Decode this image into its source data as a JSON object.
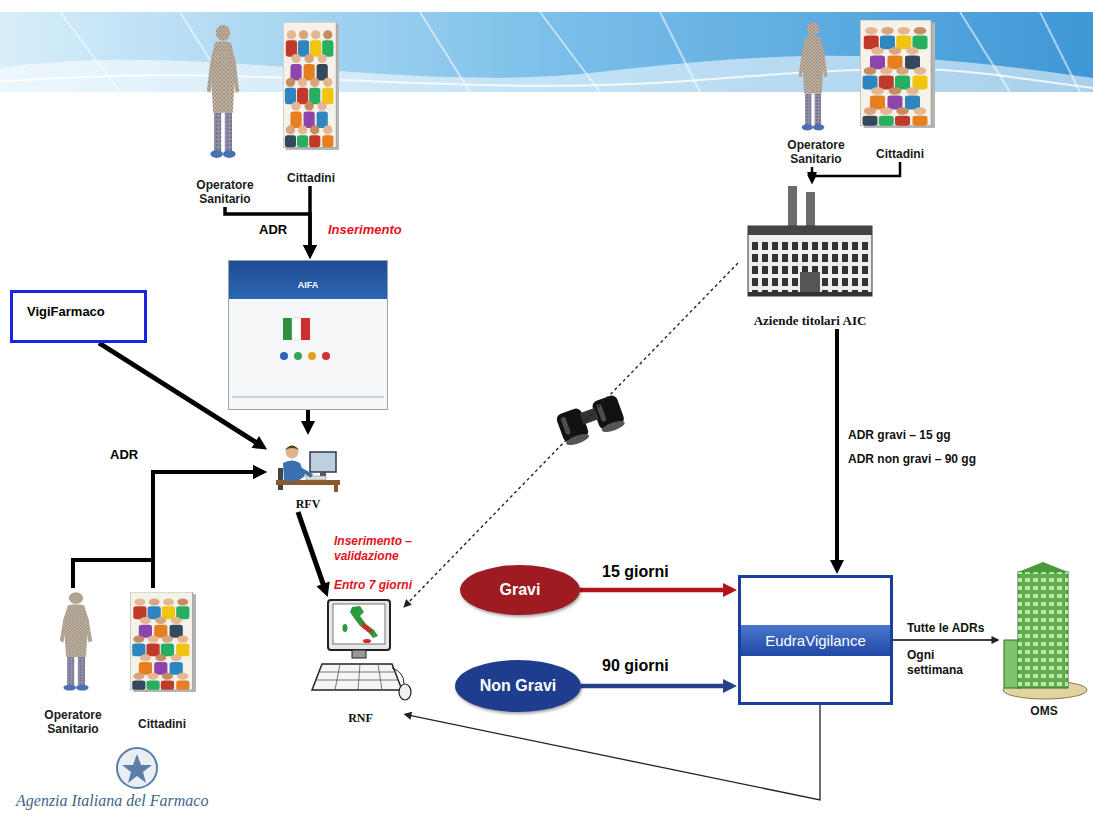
{
  "diagram": {
    "nodes": [
      {
        "text": [
          "Operatore Sanitario"
        ]
      },
      {
        "text": [
          "Cittadini"
        ]
      },
      {
        "text": [
          "AIFA"
        ]
      },
      {
        "text": [
          "VigiFarmaco"
        ]
      },
      {
        "text": [
          "RFV"
        ]
      },
      {
        "text": [
          "RNF"
        ]
      },
      {
        "text": [
          "Gravi"
        ]
      },
      {
        "text": [
          "Non Gravi"
        ]
      },
      {
        "text": [
          "EudraVigilance"
        ]
      },
      {
        "text": [
          "OMS"
        ]
      },
      {
        "text": [
          "Operatore Sanitario"
        ]
      },
      {
        "text": [
          "Cittadini"
        ]
      },
      {
        "text": [
          "Aziende titolari AIC"
        ]
      },
      {
        "text": [
          "Operatore Sanitario"
        ]
      },
      {
        "text": [
          "Cittadini"
        ]
      }
    ],
    "edges": [
      {
        "from": 0,
        "to": 2,
        "arrow": "to",
        "label": "ADR"
      },
      {
        "from": 1,
        "to": 2,
        "arrow": "to"
      },
      {
        "from": 3,
        "to": 4,
        "arrow": "to"
      },
      {
        "from": 2,
        "to": 4,
        "arrow": "to"
      },
      {
        "from": 13,
        "to": 4,
        "arrow": "to",
        "label": "ADR"
      },
      {
        "from": 14,
        "to": 4,
        "arrow": "to"
      },
      {
        "from": 4,
        "to": 5,
        "arrow": "to"
      },
      {
        "from": 12,
        "to": 5,
        "arrow": "to"
      },
      {
        "from": 10,
        "to": 12,
        "arrow": "to"
      },
      {
        "from": 11,
        "to": 12,
        "arrow": "to"
      },
      {
        "from": 12,
        "to": 8,
        "arrow": "to",
        "label": "ADR gravi – 15 gg"
      },
      {
        "from": 6,
        "to": 8,
        "arrow": "to",
        "label": "15 giorni"
      },
      {
        "from": 7,
        "to": 8,
        "arrow": "to",
        "label": "90 giorni"
      },
      {
        "from": 8,
        "to": 9,
        "arrow": "to",
        "label": "Tutte le ADRs"
      },
      {
        "from": 8,
        "to": 5,
        "arrow": "to"
      }
    ],
    "labels": [
      "Inserimento",
      "Inserimento – validazione",
      "Entro 7 giorni",
      "ADR non gravi – 90 gg",
      "Ogni settimana",
      "Agenzia Italiana del Farmaco"
    ]
  }
}
